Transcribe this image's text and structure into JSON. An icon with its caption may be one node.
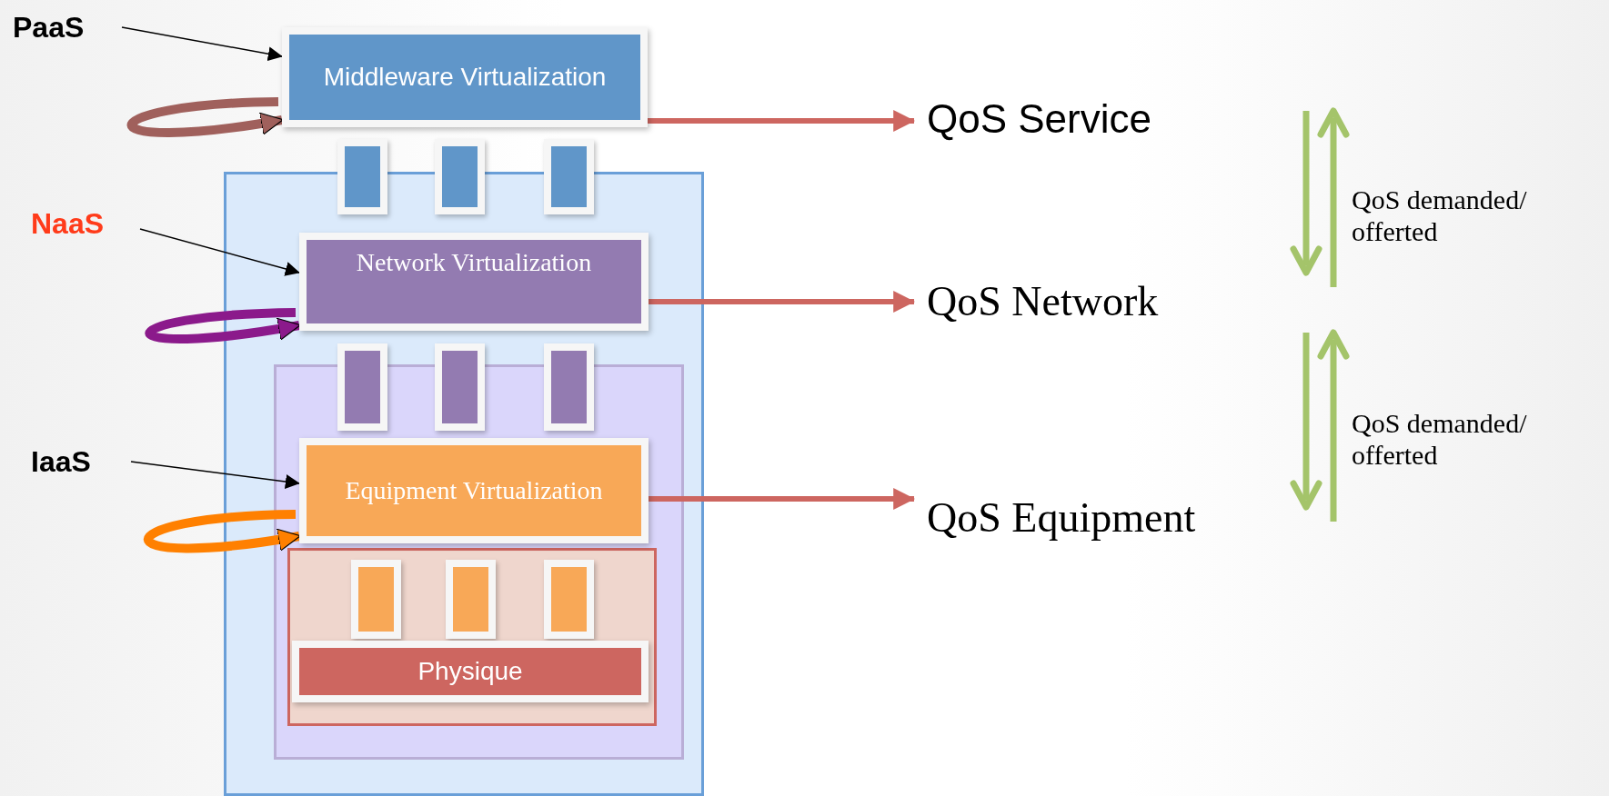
{
  "diagram": {
    "nodes": [
      {
        "text": [
          "PaaS"
        ]
      },
      {
        "text": [
          "Middleware Virtualization"
        ]
      },
      {
        "text": [
          "QoS Service"
        ]
      },
      {
        "text": [],
        "shape": "bar"
      },
      {
        "text": [],
        "shape": "bar"
      },
      {
        "text": [],
        "shape": "bar"
      },
      {
        "text": [],
        "shape": "box"
      },
      {
        "text": [
          "NaaS"
        ]
      },
      {
        "text": [
          "Network Virtualization"
        ],
        "in": 6
      },
      {
        "text": [
          "QoS Network"
        ]
      },
      {
        "text": [],
        "shape": "box",
        "in": 6
      },
      {
        "text": [],
        "shape": "bar",
        "in": 6
      },
      {
        "text": [],
        "shape": "bar",
        "in": 6
      },
      {
        "text": [],
        "shape": "bar",
        "in": 6
      },
      {
        "text": [
          "IaaS"
        ]
      },
      {
        "text": [
          "Equipment Virtualization"
        ],
        "in": 10
      },
      {
        "text": [
          "QoS Equipment"
        ]
      },
      {
        "text": [],
        "shape": "box",
        "in": 10
      },
      {
        "text": [],
        "shape": "bar",
        "in": 17
      },
      {
        "text": [],
        "shape": "bar",
        "in": 17
      },
      {
        "text": [],
        "shape": "bar",
        "in": 17
      },
      {
        "text": [
          "Physique"
        ],
        "in": 17
      }
    ],
    "edges": [
      {
        "from": 0,
        "to": 1,
        "arrow": "to"
      },
      {
        "from": 7,
        "to": 8,
        "arrow": "to"
      },
      {
        "from": 14,
        "to": 15,
        "arrow": "to"
      },
      {
        "from": 1,
        "to": 2,
        "arrow": "to",
        "color": "#cd6660"
      },
      {
        "from": 8,
        "to": 9,
        "arrow": "to",
        "color": "#cd6660"
      },
      {
        "from": 15,
        "to": 16,
        "arrow": "to",
        "color": "#cd6660"
      },
      {
        "from": null,
        "to": 1,
        "arrow": "to",
        "color": "#a0605c"
      },
      {
        "from": null,
        "to": 8,
        "arrow": "to",
        "color": "#8b1a8b"
      },
      {
        "from": null,
        "to": 15,
        "arrow": "to",
        "color": "#ff8000"
      }
    ],
    "labels": [
      "QoS demanded/ offerted",
      "QoS demanded/ offerted"
    ]
  }
}
